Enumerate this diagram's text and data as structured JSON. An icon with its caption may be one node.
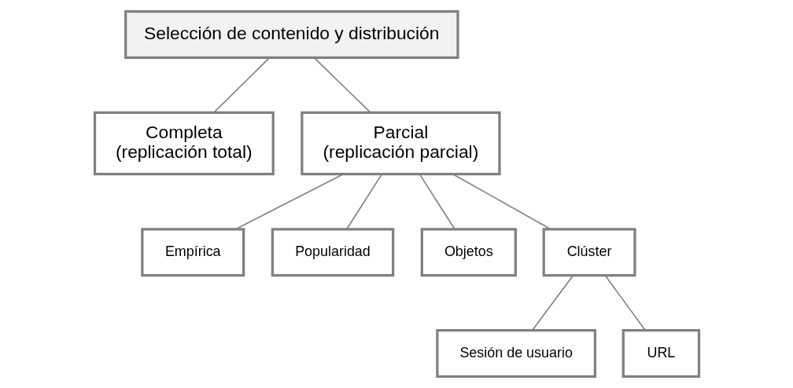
{
  "diagram": {
    "nodes": [
      {
        "text": [
          "Selección de contenido y distribución"
        ]
      },
      {
        "text": [
          "Completa",
          "(replicación total)"
        ]
      },
      {
        "text": [
          "Parcial",
          "(replicación parcial)"
        ]
      },
      {
        "text": [
          "Empírica"
        ]
      },
      {
        "text": [
          "Popularidad"
        ]
      },
      {
        "text": [
          "Objetos"
        ]
      },
      {
        "text": [
          "Clúster"
        ]
      },
      {
        "text": [
          "Sesión de usuario"
        ]
      },
      {
        "text": [
          "URL"
        ]
      }
    ],
    "edges": [
      {
        "from": 0,
        "to": 1,
        "arrow": "none"
      },
      {
        "from": 0,
        "to": 2,
        "arrow": "none"
      },
      {
        "from": 2,
        "to": 3,
        "arrow": "none"
      },
      {
        "from": 2,
        "to": 4,
        "arrow": "none"
      },
      {
        "from": 2,
        "to": 5,
        "arrow": "none"
      },
      {
        "from": 2,
        "to": 6,
        "arrow": "none"
      },
      {
        "from": 6,
        "to": 7,
        "arrow": "none"
      },
      {
        "from": 6,
        "to": 8,
        "arrow": "none"
      }
    ]
  }
}
